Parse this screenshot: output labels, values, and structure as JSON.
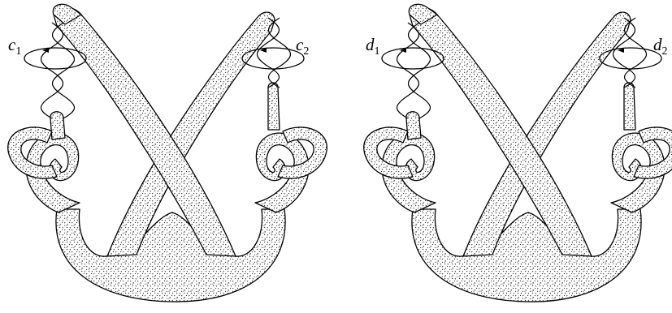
{
  "labels": {
    "left_panel": {
      "curve_1": "c",
      "curve_1_sub": "1",
      "curve_2": "c",
      "curve_2_sub": "2"
    },
    "right_panel": {
      "curve_1": "d",
      "curve_1_sub": "1",
      "curve_2": "d",
      "curve_2_sub": "2"
    }
  },
  "colors": {
    "ink": "#000000",
    "paper": "#ffffff"
  }
}
